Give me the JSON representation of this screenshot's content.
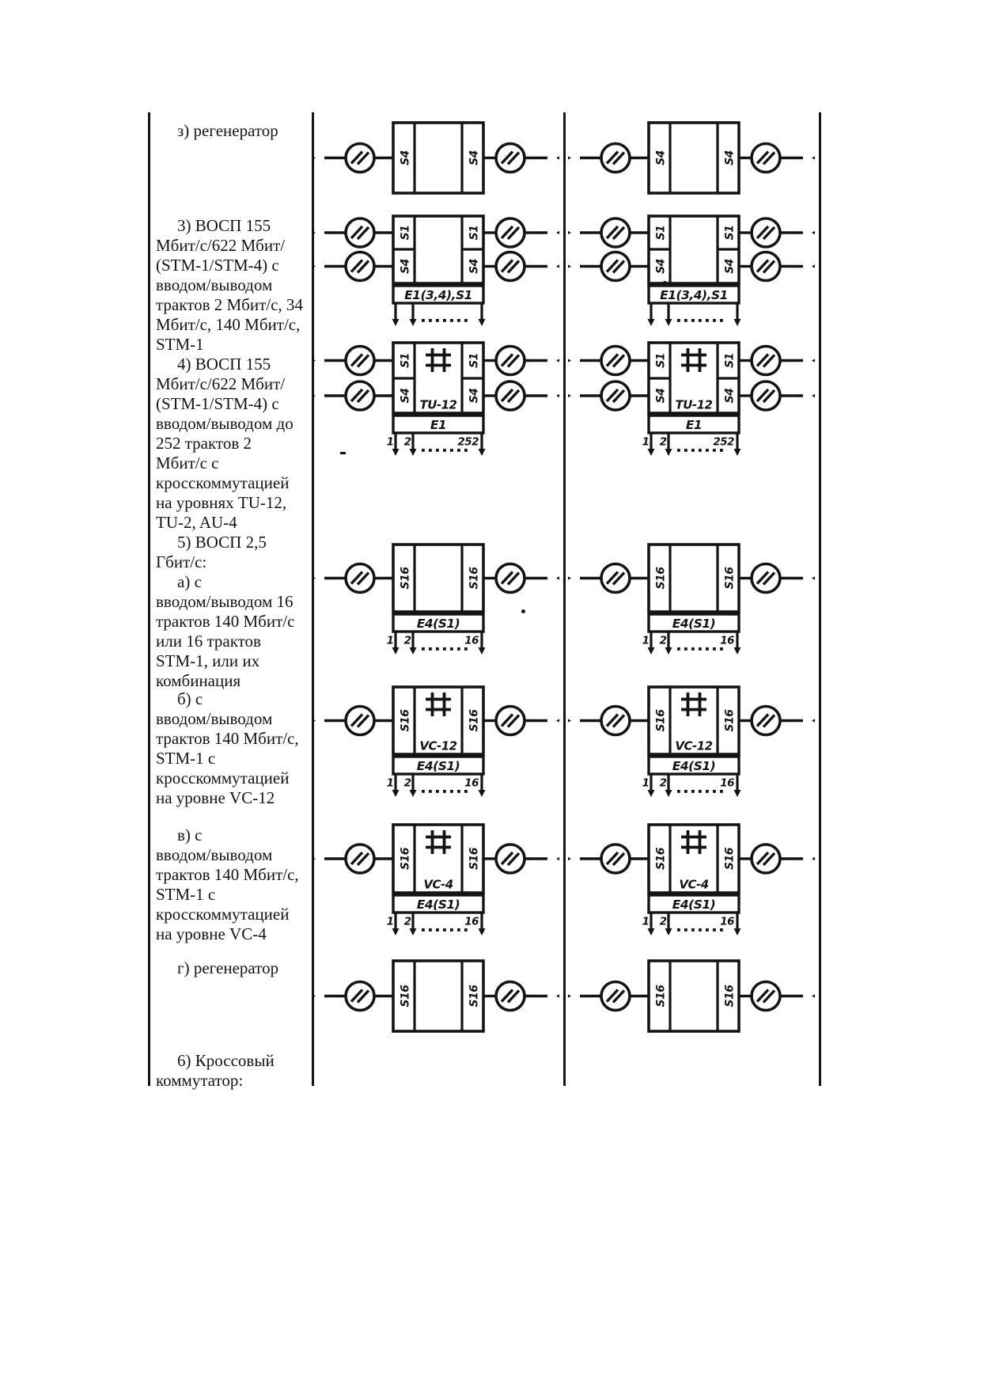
{
  "document": {
    "language": "ru",
    "colors": {
      "ink": "#141414",
      "paper": "#ffffff"
    },
    "icons": {
      "optical_connector": "circle-with-double-slash",
      "cross_connect": "hash-grid",
      "flow_arrow": "filled-triangle"
    },
    "text_column": {
      "blocks": [
        {
          "lines": [
            {
              "t": "з) регенератор",
              "indent": true
            }
          ]
        },
        {
          "lines": [
            {
              "t": "3) ВОСП 155",
              "indent": true
            },
            {
              "t": "Мбит/с/622 Мбит/"
            },
            {
              "t": "(STM-1/STM-4) с"
            },
            {
              "t": "вводом/выводом"
            },
            {
              "t": "трактов 2 Мбит/с, 34"
            },
            {
              "t": "Мбит/с, 140 Мбит/с,"
            },
            {
              "t": "STM-1"
            },
            {
              "t": "4) ВОСП 155",
              "indent": true
            },
            {
              "t": "Мбит/с/622 Мбит/"
            },
            {
              "t": "(STM-1/STM-4) с"
            },
            {
              "t": "вводом/выводом до"
            },
            {
              "t": "252 трактов 2"
            },
            {
              "t": "Мбит/с с"
            },
            {
              "t": "кросскоммутацией"
            },
            {
              "t": "на уровнях TU-12,"
            },
            {
              "t": "TU-2, AU-4"
            },
            {
              "t": "5) ВОСП 2,5",
              "indent": true
            },
            {
              "t": "Гбит/с:"
            },
            {
              "t": "а) с",
              "indent": true
            },
            {
              "t": "вводом/выводом 16"
            },
            {
              "t": "трактов 140 Мбит/с"
            },
            {
              "t": "или 16 трактов"
            },
            {
              "t": "STM-1, или их"
            },
            {
              "t": "комбинация"
            }
          ]
        },
        {
          "lines": [
            {
              "t": "б) с",
              "indent": true
            },
            {
              "t": "вводом/выводом"
            },
            {
              "t": "трактов 140 Мбит/с,"
            },
            {
              "t": "STM-1 с"
            },
            {
              "t": "кросскоммутацией"
            },
            {
              "t": "на уровне VC-12"
            }
          ]
        },
        {
          "lines": [
            {
              "t": "в) с",
              "indent": true
            },
            {
              "t": "вводом/выводом"
            },
            {
              "t": "трактов 140 Мбит/с,"
            },
            {
              "t": "STM-1 с"
            },
            {
              "t": "кросскоммутацией"
            },
            {
              "t": "на уровне VC-4"
            }
          ]
        },
        {
          "lines": [
            {
              "t": "г) регенератор",
              "indent": true
            }
          ]
        },
        {
          "lines": [
            {
              "t": "6) Кроссовый",
              "indent": true
            },
            {
              "t": "коммутатор:"
            }
          ]
        }
      ]
    },
    "diagram_rows": [
      {
        "id": "regenerator-stm4",
        "structure": "single",
        "left_labels": [
          "S4"
        ],
        "right_labels": [
          "S4"
        ],
        "cross": false,
        "center_label": null,
        "bus_label": null,
        "drop_arrows": false,
        "tick_labels": null
      },
      {
        "id": "adm-155-622",
        "structure": "dual",
        "left_labels": [
          "S1",
          "S4"
        ],
        "right_labels": [
          "S1",
          "S4"
        ],
        "cross": false,
        "center_label": null,
        "bus_label": "E1(3,4),S1",
        "drop_arrows": true,
        "tick_labels": null
      },
      {
        "id": "adm-155-622-crossconnect",
        "structure": "dual",
        "left_labels": [
          "S1",
          "S4"
        ],
        "right_labels": [
          "S1",
          "S4"
        ],
        "cross": true,
        "center_label": "TU-12",
        "bus_label": "E1",
        "drop_arrows": true,
        "tick_labels": {
          "first": "1",
          "second": "2",
          "last": "252"
        }
      },
      {
        "id": "vosp-2-5-io16",
        "structure": "single",
        "left_labels": [
          "S16"
        ],
        "right_labels": [
          "S16"
        ],
        "cross": false,
        "center_label": null,
        "bus_label": "E4(S1)",
        "drop_arrows": true,
        "tick_labels": {
          "first": "1",
          "second": "2",
          "last": "16"
        }
      },
      {
        "id": "vosp-2-5-vc12",
        "structure": "single",
        "left_labels": [
          "S16"
        ],
        "right_labels": [
          "S16"
        ],
        "cross": true,
        "center_label": "VC-12",
        "bus_label": "E4(S1)",
        "drop_arrows": true,
        "tick_labels": {
          "first": "1",
          "second": "2",
          "last": "16"
        }
      },
      {
        "id": "vosp-2-5-vc4",
        "structure": "single",
        "left_labels": [
          "S16"
        ],
        "right_labels": [
          "S16"
        ],
        "cross": true,
        "center_label": "VC-4",
        "bus_label": "E4(S1)",
        "drop_arrows": true,
        "tick_labels": {
          "first": "1",
          "second": "2",
          "last": "16"
        }
      },
      {
        "id": "regenerator-stm16",
        "structure": "single",
        "left_labels": [
          "S16"
        ],
        "right_labels": [
          "S16"
        ],
        "cross": false,
        "center_label": null,
        "bus_label": null,
        "drop_arrows": false,
        "tick_labels": null
      }
    ]
  }
}
